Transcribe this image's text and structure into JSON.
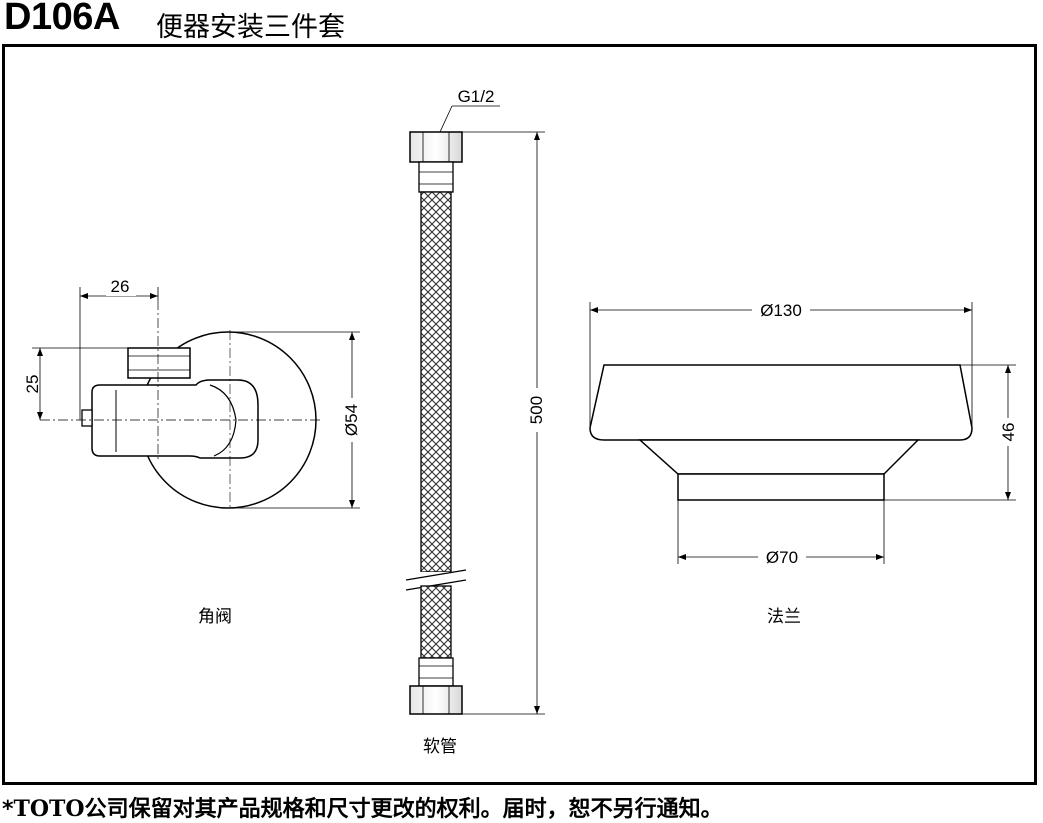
{
  "header": {
    "model": "D106A",
    "name": "便器安装三件套"
  },
  "parts": {
    "valve": {
      "label": "角阀",
      "dim_width": "26",
      "dim_height": "25",
      "dim_diameter": "Ø54"
    },
    "hose": {
      "label": "软管",
      "dim_thread": "G1/2",
      "dim_length": "500"
    },
    "flange": {
      "label": "法兰",
      "dim_top_diameter": "Ø130",
      "dim_bottom_diameter": "Ø70",
      "dim_height": "46"
    }
  },
  "footnote": {
    "prefix": "*",
    "brand": "TOTO",
    "text": "公司保留对其产品规格和尺寸更改的权利。届时，恕不另行通知。"
  }
}
